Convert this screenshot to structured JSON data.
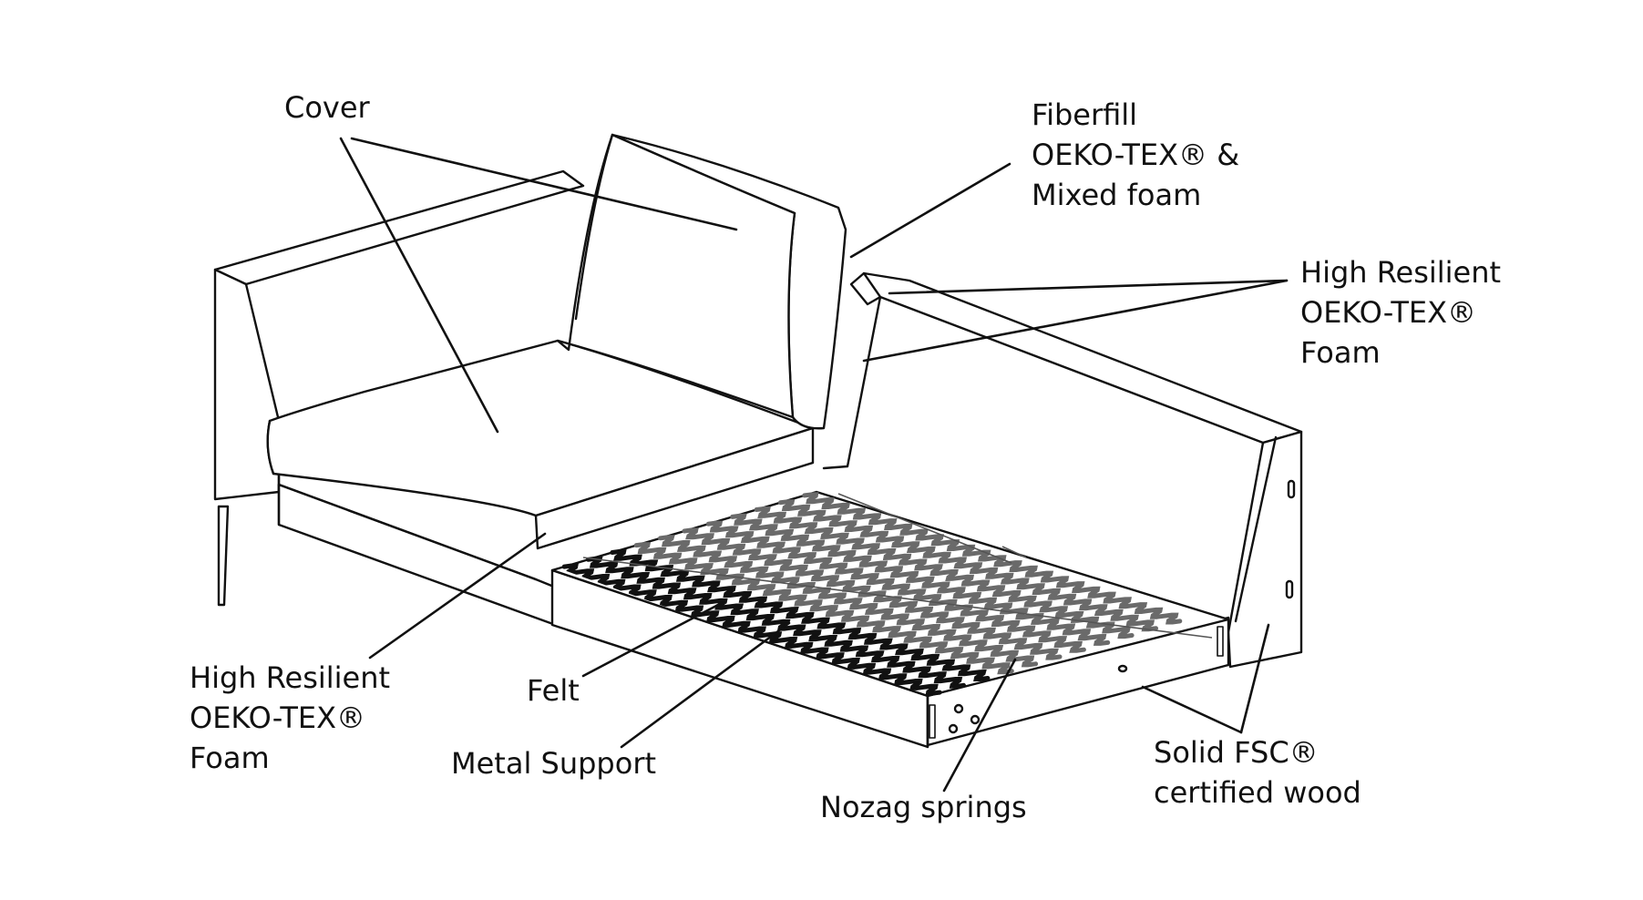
{
  "colors": {
    "line": "#111111",
    "fill": "#ffffff",
    "background": "#ffffff"
  },
  "labels": {
    "cover": "Cover",
    "fiberfill": {
      "line1": "Fiberfill",
      "line2": "OEKO-TEX® &",
      "line3": "Mixed foam"
    },
    "hr_foam_right": {
      "line1": "High Resilient",
      "line2": "OEKO-TEX®",
      "line3": "Foam"
    },
    "hr_foam_left": {
      "line1": "High Resilient",
      "line2": "OEKO-TEX®",
      "line3": "Foam"
    },
    "felt": "Felt",
    "metal_support": "Metal Support",
    "nozag_springs": "Nozag springs",
    "solid_wood": {
      "line1": "Solid FSC®",
      "line2": "certified wood"
    }
  }
}
